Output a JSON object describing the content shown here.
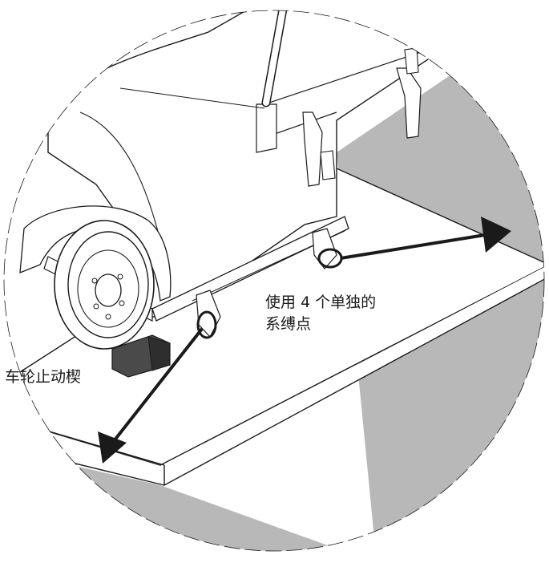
{
  "labels": {
    "tie_down_points_line1": "使用 4 个单独的",
    "tie_down_points_line2": "系缚点",
    "wheel_chock": "车轮止动楔"
  },
  "colors": {
    "floor_shadow": "#b8b8b8",
    "line": "#1a1a1a",
    "chock_fill": "#4a4a4a",
    "background": "#ffffff"
  }
}
